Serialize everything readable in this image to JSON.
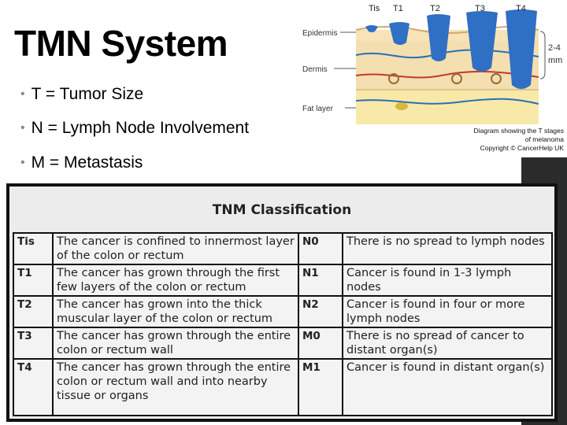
{
  "slide": {
    "title": "TMN System",
    "bullets": [
      {
        "text": "T = Tumor Size"
      },
      {
        "text": "N = Lymph Node Involvement"
      },
      {
        "text": "M = Metastasis"
      }
    ]
  },
  "diagram": {
    "stage_labels": [
      "Tis",
      "T1",
      "T2",
      "T3",
      "T4"
    ],
    "layer_labels": [
      "Epidermis",
      "Dermis",
      "Fat layer"
    ],
    "depth_label": [
      "2-4",
      "mm"
    ],
    "caption": [
      "Diagram showing the T stages",
      "of melanoma",
      "Copyright © CancerHelp UK"
    ]
  },
  "table": {
    "title": "TNM Classification",
    "rows": [
      {
        "t_code": "Tis",
        "t_desc": "The cancer is confined to innermost layer of the colon or rectum",
        "n_code": "N0",
        "n_desc": "There is no spread to lymph nodes"
      },
      {
        "t_code": "T1",
        "t_desc": "The cancer has grown through the first few layers of the colon or rectum",
        "n_code": "N1",
        "n_desc": "Cancer is found in 1-3 lymph nodes"
      },
      {
        "t_code": "T2",
        "t_desc": "The cancer has grown into the thick muscular layer of the colon or rectum",
        "n_code": "N2",
        "n_desc": "Cancer is found in four or more lymph nodes"
      },
      {
        "t_code": "T3",
        "t_desc": "The cancer has grown through the entire colon or rectum wall",
        "n_code": "M0",
        "n_desc": "There is no spread of cancer to distant organ(s)"
      },
      {
        "t_code": "T4",
        "t_desc": "The cancer has grown through the entire colon or rectum wall and into nearby tissue or organs",
        "n_code": "M1",
        "n_desc": "Cancer is found in distant organ(s)"
      }
    ]
  },
  "colors": {
    "tumor_blue": "#2f6fc4",
    "skin_tan": "#f2dca8",
    "dark_panel": "#2b2b2b"
  }
}
